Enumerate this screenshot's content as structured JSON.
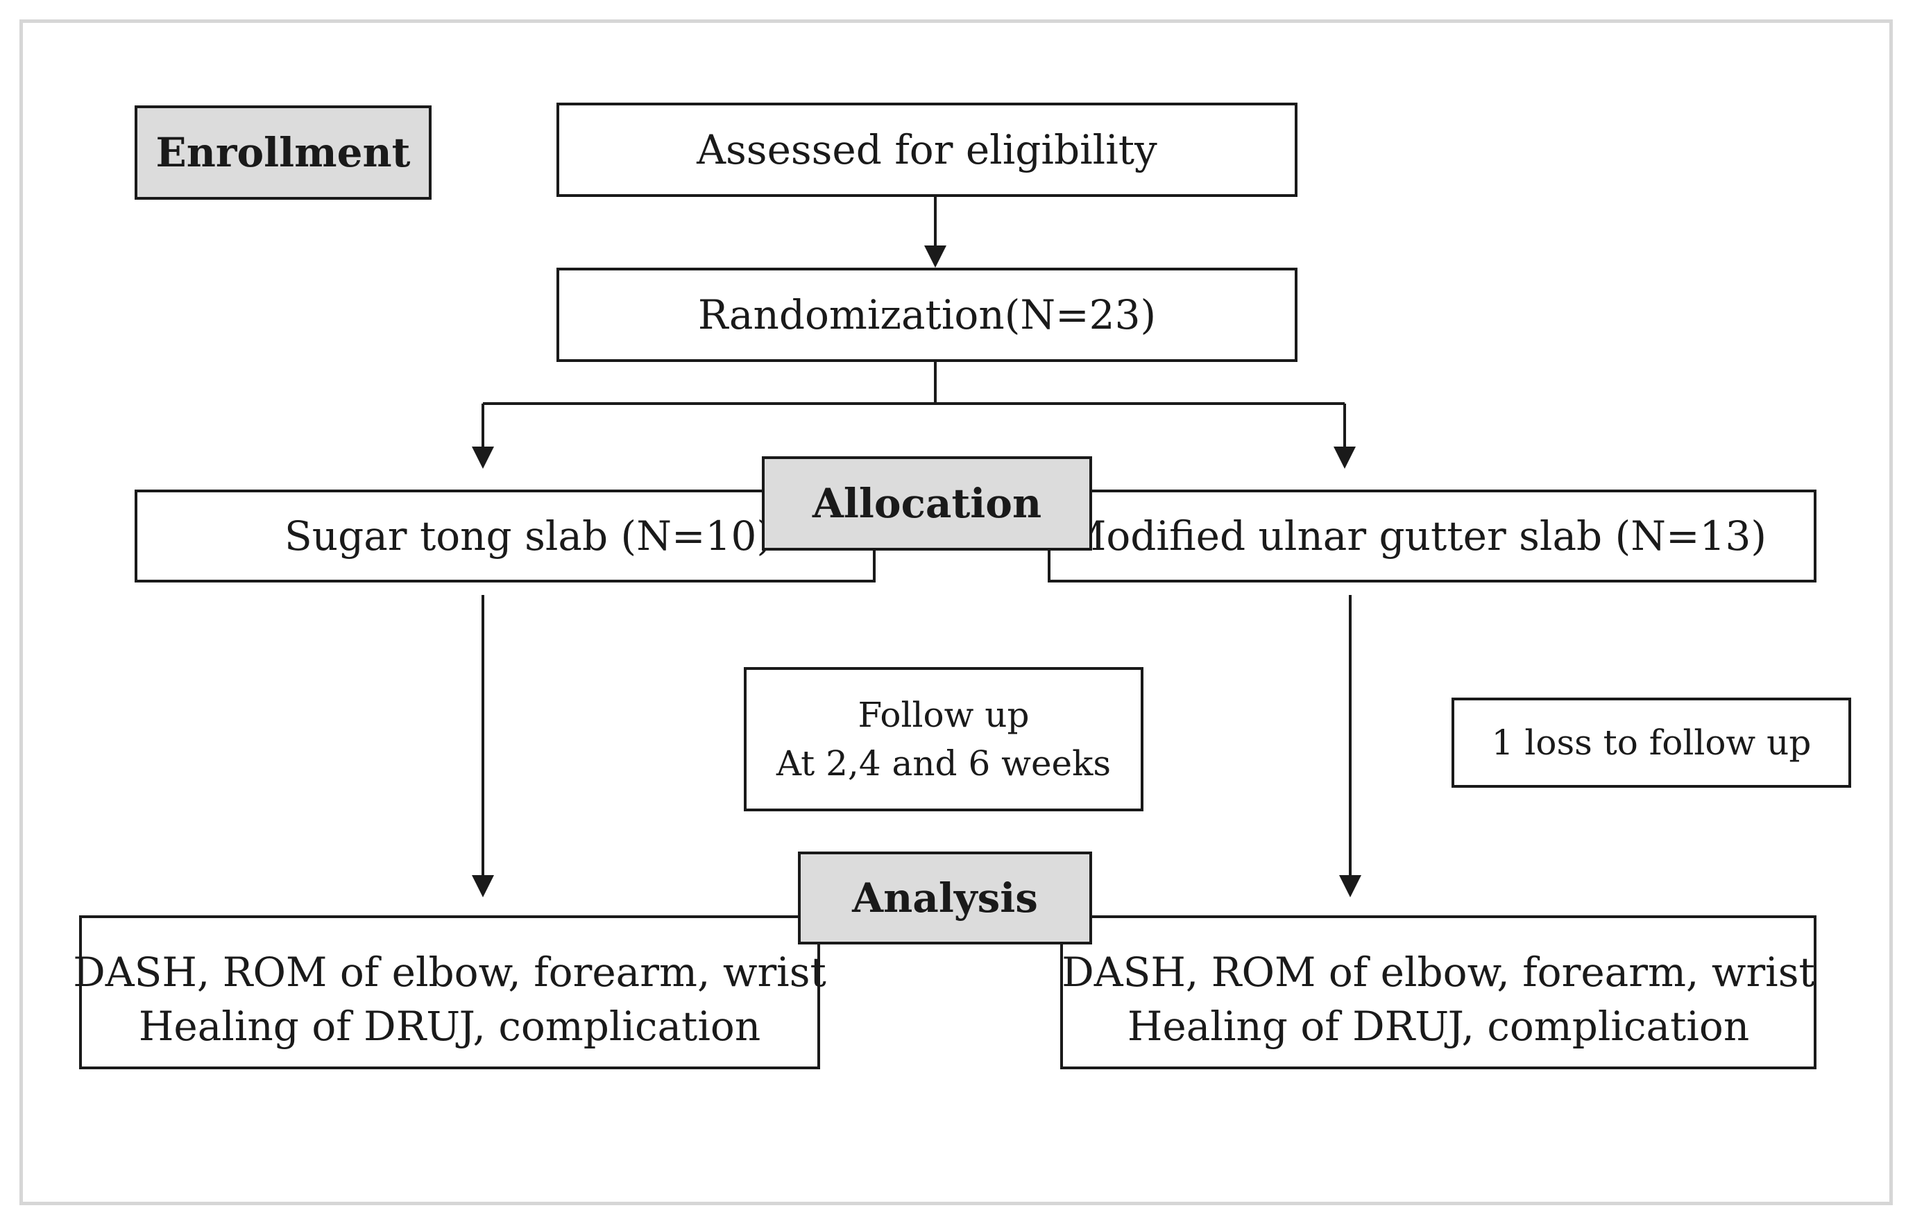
{
  "stages": {
    "enrollment": "Enrollment",
    "allocation": "Allocation",
    "analysis": "Analysis"
  },
  "boxes": {
    "assessed": "Assessed for eligibility",
    "randomization": "Randomization(N=23)",
    "left_group": "Sugar tong slab (N=10)",
    "right_group": "Modified ulnar gutter slab (N=13)",
    "follow_up": {
      "line1": "Follow up",
      "line2": "At 2,4 and 6 weeks"
    },
    "loss": "1 loss to follow up",
    "left_analysis": {
      "line1": "DASH, ROM of elbow, forearm, wrist",
      "line2": "Healing of DRUJ, complication"
    },
    "right_analysis": {
      "line1": "DASH, ROM of elbow, forearm, wrist",
      "line2": "Healing of DRUJ, complication"
    }
  },
  "colors": {
    "stroke": "#1a1a1a",
    "stage_fill": "#dcdcdc",
    "frame": "#d6d6d6"
  }
}
